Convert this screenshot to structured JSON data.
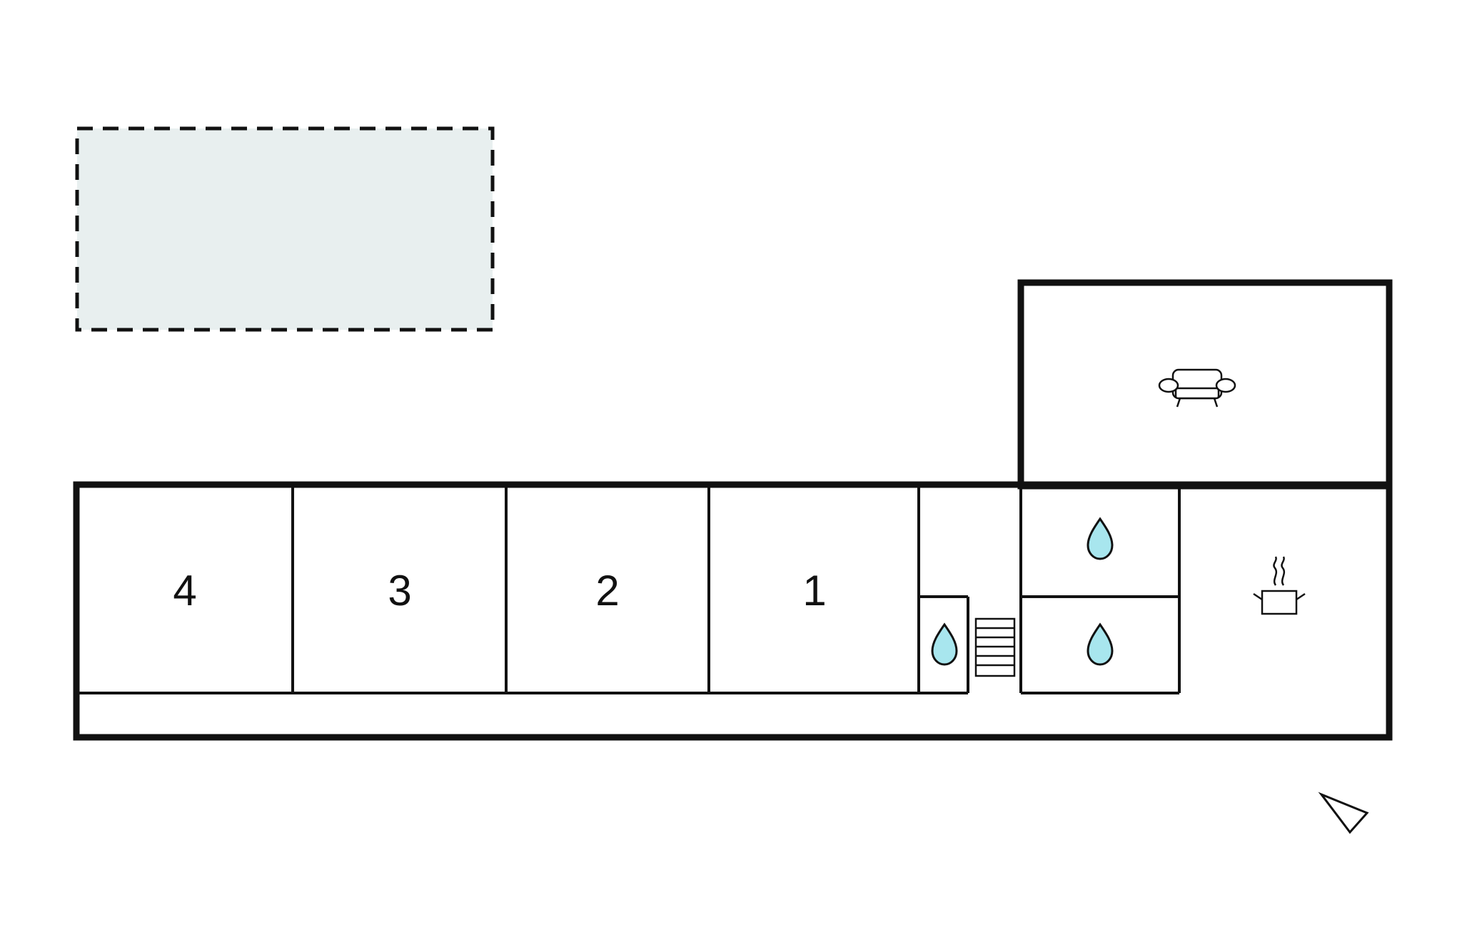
{
  "floorplan": {
    "rooms": [
      {
        "id": "bedroom-4",
        "label": "4"
      },
      {
        "id": "bedroom-3",
        "label": "3"
      },
      {
        "id": "bedroom-2",
        "label": "2"
      },
      {
        "id": "bedroom-1",
        "label": "1"
      }
    ],
    "icons": [
      "sofa-icon",
      "water-drop-icon",
      "stairs-icon",
      "cooking-pot-icon",
      "north-arrow-icon"
    ],
    "colors": {
      "wall": "#111111",
      "terrace_fill": "#e8efef",
      "water": "#a8e6ee"
    }
  }
}
